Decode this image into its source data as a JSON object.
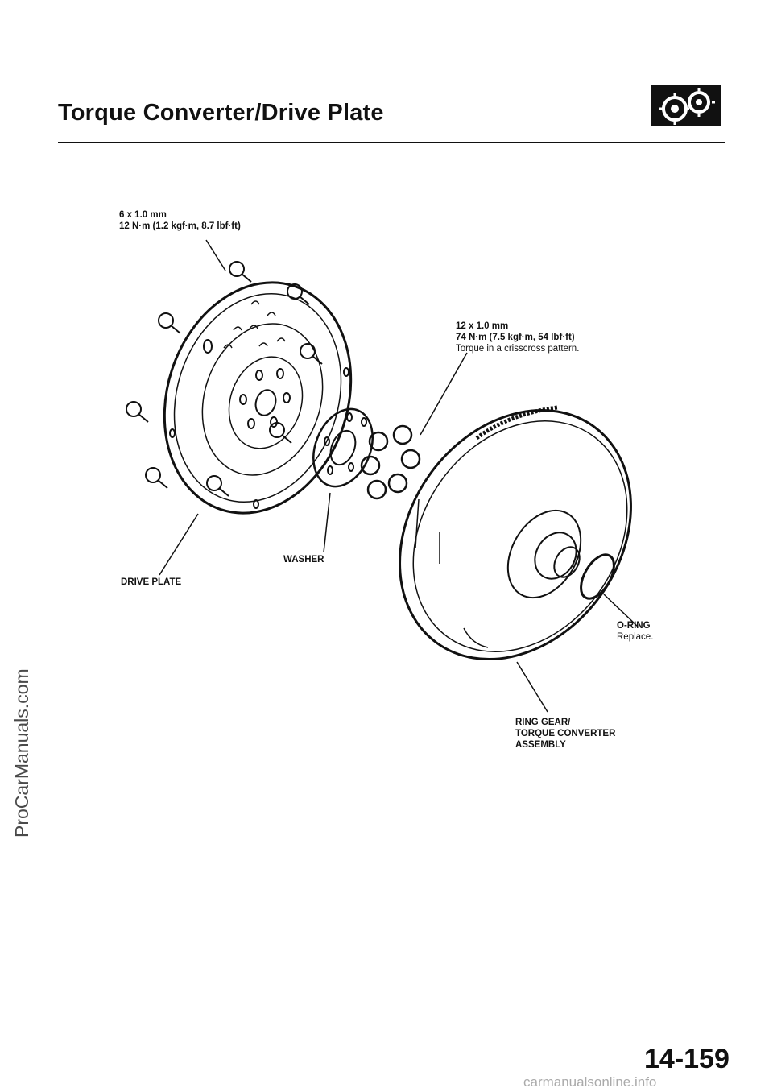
{
  "page": {
    "title": "Torque Converter/Drive Plate",
    "page_number": "14-159",
    "watermark": "ProCarManuals.com",
    "footer_site": "carmanualsonline.info"
  },
  "labels": {
    "bolt_small_size": "6 x 1.0 mm",
    "bolt_small_torque": "12 N·m (1.2 kgf·m, 8.7 lbf·ft)",
    "bolt_large_size": "12 x 1.0 mm",
    "bolt_large_torque": "74 N·m (7.5 kgf·m, 54 lbf·ft)",
    "bolt_large_note": "Torque in a crisscross pattern.",
    "washer": "WASHER",
    "drive_plate": "DRIVE PLATE",
    "o_ring": "O-RING",
    "o_ring_note": "Replace.",
    "ring_gear_line1": "RING GEAR/",
    "ring_gear_line2": "TORQUE CONVERTER",
    "ring_gear_line3": "ASSEMBLY"
  },
  "icons": {
    "logo": "gears-logo-icon"
  }
}
